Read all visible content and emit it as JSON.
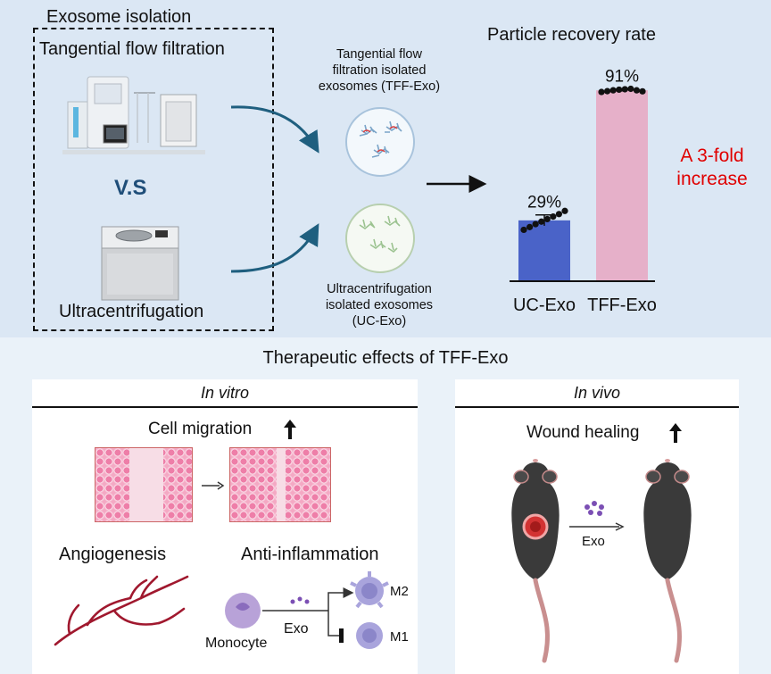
{
  "isolation": {
    "title": "Exosome isolation",
    "method_tff": "Tangential flow filtration",
    "vs": "V.S",
    "method_uc": "Ultracentrifugation"
  },
  "products": {
    "tff_label_lines": [
      "Tangential flow",
      "filtration isolated",
      "exosomes (TFF-Exo)"
    ],
    "uc_label_lines": [
      "Ultracentrifugation",
      "isolated exosomes",
      "(UC-Exo)"
    ]
  },
  "recovery_chart": {
    "title": "Particle recovery rate",
    "annotation_lines": [
      "A 3-fold",
      "increase"
    ],
    "colors": {
      "uc": "#4a63c8",
      "tff": "#e6b0c9",
      "annotation": "#e00000"
    }
  },
  "chart_data": {
    "type": "bar",
    "title": "Particle recovery rate",
    "categories": [
      "UC-Exo",
      "TFF-Exo"
    ],
    "values": [
      29,
      91
    ],
    "value_labels": [
      "29%",
      "91%"
    ],
    "ylim": [
      0,
      100
    ],
    "points": [
      [
        24.5,
        25.8,
        27.2,
        28.4,
        29.6,
        30.8,
        32.0,
        33.5
      ],
      [
        90.2,
        90.6,
        91.0,
        91.3,
        91.5,
        91.7,
        91.0,
        90.5
      ]
    ],
    "error": [
      2.6,
      0.6
    ]
  },
  "therapeutic": {
    "title": "Therapeutic effects of TFF-Exo",
    "in_vitro": {
      "header": "In vitro",
      "migration": "Cell migration",
      "angiogenesis": "Angiogenesis",
      "anti_inflammation": "Anti-inflammation",
      "monocyte": "Monocyte",
      "exo": "Exo",
      "m2": "M2",
      "m1": "M1"
    },
    "in_vivo": {
      "header": "In vivo",
      "wound": "Wound healing",
      "exo": "Exo"
    }
  }
}
